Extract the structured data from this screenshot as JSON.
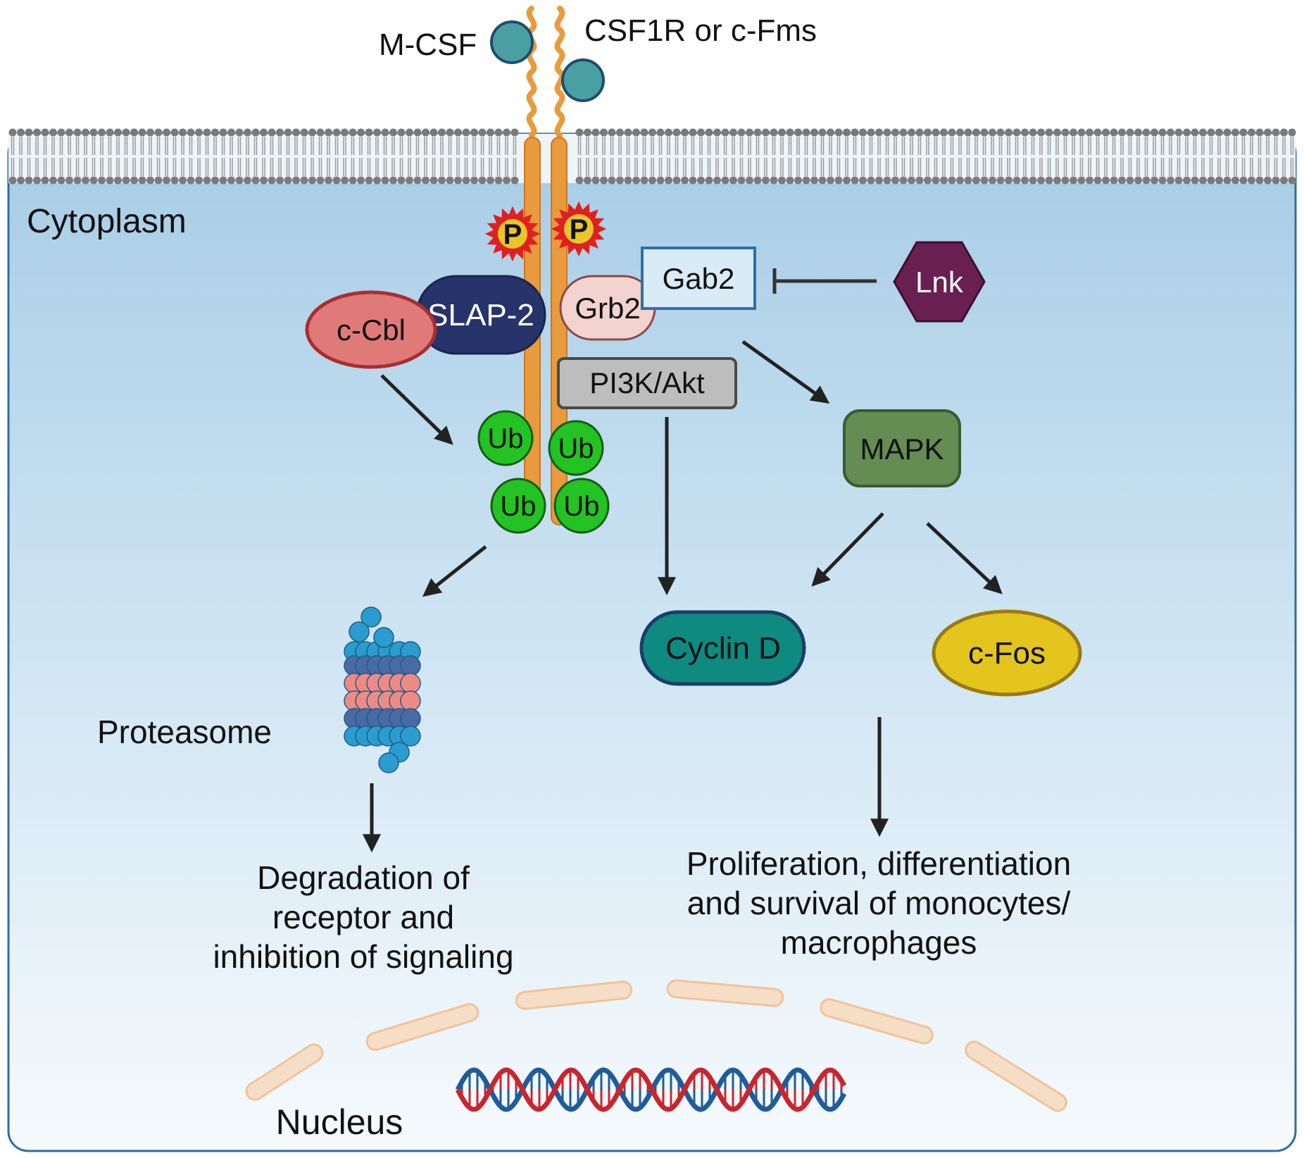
{
  "labels": {
    "ligand": "M-CSF",
    "receptor": "CSF1R or c-Fms",
    "cytoplasm": "Cytoplasm",
    "phospho": "P",
    "slap2": "SLAP-2",
    "ccbl": "c-Cbl",
    "grb2": "Grb2",
    "gab2": "Gab2",
    "lnk": "Lnk",
    "pi3k": "PI3K/Akt",
    "mapk": "MAPK",
    "ubiquitin": "Ub",
    "proteasome": "Proteasome",
    "cyclin": "Cyclin D",
    "cfos": "c-Fos",
    "nucleus": "Nucleus"
  },
  "degradation_lines": [
    "Degradation of",
    "receptor and",
    "inhibition of signaling"
  ],
  "outcome_lines": [
    "Proliferation, differentiation",
    "and survival of monocytes/",
    "macrophages"
  ],
  "colors": {
    "receptor": "#e89a3c",
    "ligand": "#4a9fa3",
    "slap2": "#27346b",
    "ccbl": "#e07a78",
    "grb2": "#f2d3cf",
    "lnk": "#6a1f52",
    "pi3k": "#bdbdbd",
    "mapk": "#658c52",
    "ubiquitin": "#22c322",
    "cyclin": "#0e8a80",
    "cfos": "#e3c51e",
    "dna_red": "#c8262e",
    "dna_blue": "#1f5c9a",
    "proteasome_light": "#2b9ccf",
    "proteasome_dark": "#4a6aa5",
    "proteasome_pink": "#ee8a86"
  }
}
